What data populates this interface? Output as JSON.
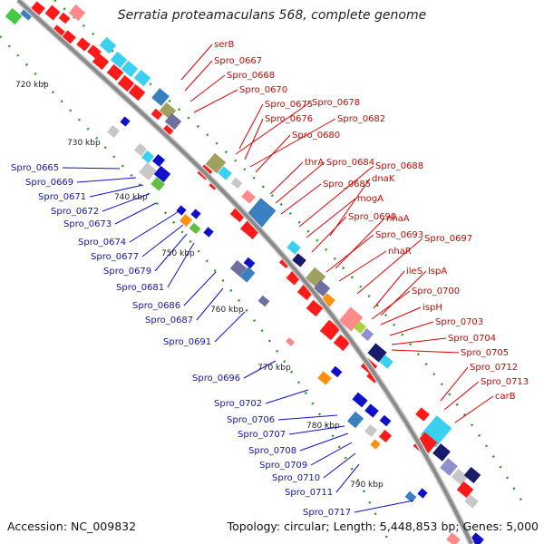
{
  "title": "Serratia proteamaculans 568, complete genome",
  "accession": "Accession: NC_009832",
  "topology": "Topology: circular; Length: 5,448,853 bp; Genes: 5,000",
  "colors": {
    "backbone": "#8a8a8a",
    "forward_label": "#d40000",
    "reverse_label": "#1010c8",
    "gc_dots": "#2a9a2a"
  },
  "kbp_labels": [
    "720 kbp",
    "730 kbp",
    "740 kbp",
    "750 kbp",
    "760 kbp",
    "770 kbp",
    "780 kbp",
    "790 kbp"
  ],
  "forward_genes": [
    "serB",
    "Spro_0667",
    "Spro_0668",
    "Spro_0670",
    "Spro_0675",
    "Spro_0678",
    "Spro_0676",
    "Spro_0682",
    "Spro_0680",
    "thrA",
    "Spro_0684",
    "Spro_0688",
    "Spro_0685",
    "mogA",
    "dnaK",
    "Spro_0690",
    "nhaA",
    "Spro_0693",
    "Spro_0697",
    "nhaR",
    "ileS",
    "lspA",
    "Spro_0700",
    "ispH",
    "Spro_0703",
    "Spro_0704",
    "Spro_0705",
    "Spro_0712",
    "Spro_0713",
    "carB"
  ],
  "reverse_genes": [
    "Spro_0665",
    "Spro_0669",
    "Spro_0671",
    "Spro_0672",
    "Spro_0673",
    "Spro_0674",
    "Spro_0677",
    "Spro_0679",
    "Spro_0681",
    "Spro_0686",
    "Spro_0687",
    "Spro_0691",
    "Spro_0696",
    "Spro_0702",
    "Spro_0706",
    "Spro_0707",
    "Spro_0708",
    "Spro_0709",
    "Spro_0710",
    "Spro_0711",
    "Spro_0717"
  ]
}
